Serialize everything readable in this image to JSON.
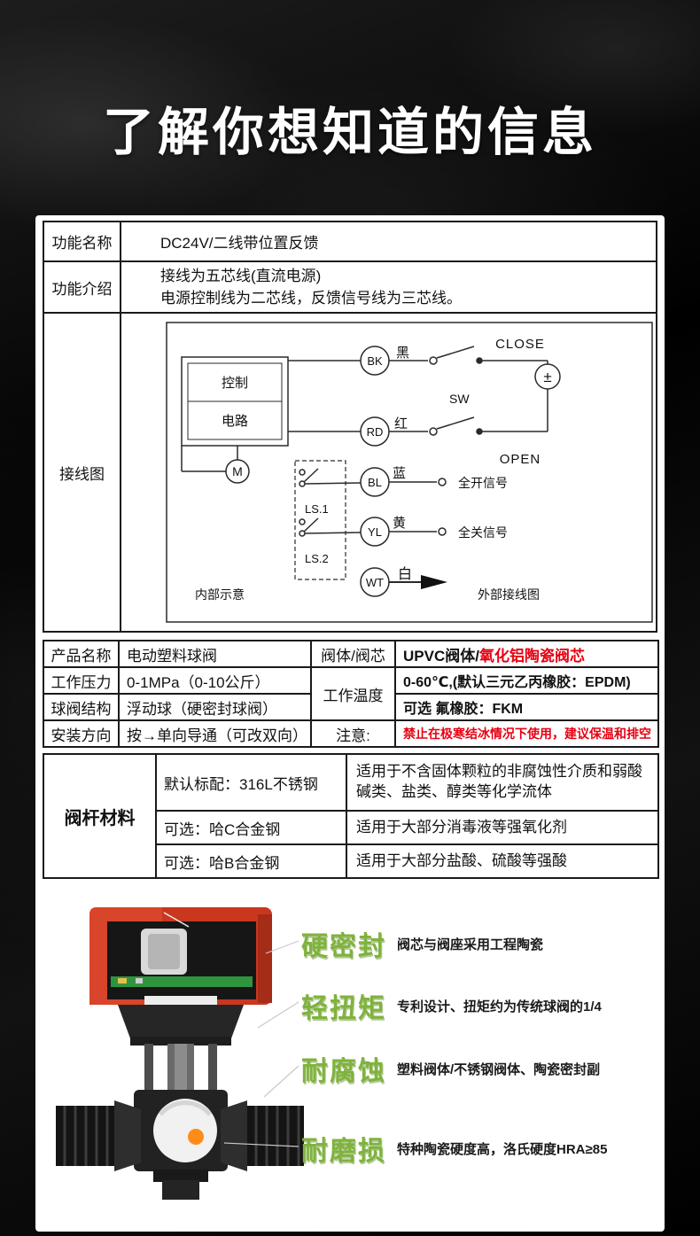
{
  "title": "了解你想知道的信息",
  "info_table": {
    "row1_label": "功能名称",
    "row1_value": "DC24V/二线带位置反馈",
    "row2_label": "功能介绍",
    "row2_line1": "接线为五芯线(直流电源)",
    "row2_line2": "电源控制线为二芯线，反馈信号线为三芯线。",
    "row3_label": "接线图"
  },
  "diagram": {
    "control_line1": "控制",
    "control_line2": "电路",
    "motor": "M",
    "wires": [
      {
        "code": "BK",
        "color_label": "黑"
      },
      {
        "code": "RD",
        "color_label": "红"
      },
      {
        "code": "BL",
        "color_label": "蓝"
      },
      {
        "code": "YL",
        "color_label": "黄"
      },
      {
        "code": "WT",
        "color_label": "白"
      }
    ],
    "close_label": "CLOSE",
    "open_label": "OPEN",
    "sw_label": "SW",
    "power_symbol": "±",
    "ls1": "LS.1",
    "ls2": "LS.2",
    "open_signal": "全开信号",
    "close_signal": "全关信号",
    "internal_label": "内部示意",
    "external_label": "外部接线图"
  },
  "spec_table": {
    "product_name_label": "产品名称",
    "product_name": "电动塑料球阀",
    "body_core_label": "阀体/阀芯",
    "body_core_black": "UPVC阀体/",
    "body_core_red": "氧化铝陶瓷阀芯",
    "pressure_label": "工作压力",
    "pressure": "0-1MPa（0-10公斤）",
    "temp_label": "工作温度",
    "temp_line1": "0-60℃,(默认三元乙丙橡胶：EPDM)",
    "temp_line2": "可选 氟橡胶：FKM",
    "structure_label": "球阀结构",
    "structure": "浮动球（硬密封球阀）",
    "direction_label": "安装方向",
    "direction": "按→单向导通（可改双向）",
    "note_label": "注意:",
    "note": "禁止在极寒结冰情况下使用，建议保温和排空"
  },
  "stem_table": {
    "label": "阀杆材料",
    "rows": [
      {
        "material": "默认标配：316L不锈钢",
        "usage": "适用于不含固体颗粒的非腐蚀性介质和弱酸碱类、盐类、醇类等化学流体"
      },
      {
        "material": "可选：哈C合金钢",
        "usage": "适用于大部分消毒液等强氧化剂"
      },
      {
        "material": "可选：哈B合金钢",
        "usage": "适用于大部分盐酸、硫酸等强酸"
      }
    ]
  },
  "features": [
    {
      "title": "硬密封",
      "desc": "阀芯与阀座采用工程陶瓷"
    },
    {
      "title": "轻扭矩",
      "desc": "专利设计、扭矩约为传统球阀的1/4"
    },
    {
      "title": "耐腐蚀",
      "desc": "塑料阀体/不锈钢阀体、陶瓷密封副"
    },
    {
      "title": "耐磨损",
      "desc": "特种陶瓷硬度高，洛氏硬度HRA≥85"
    }
  ],
  "colors": {
    "accent_red": "#e60012",
    "feature_green": "#7fb33d",
    "actuator_red": "#c9371f"
  }
}
